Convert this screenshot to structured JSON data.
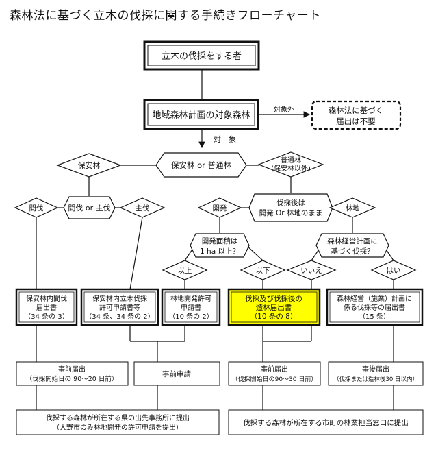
{
  "title": "森林法に基づく立木の伐採に関する手続きフローチャート",
  "nodes": {
    "start": "立木の伐採をする者",
    "forest_plan": "地域森林計画の対象森林",
    "exempt": [
      "森林法に基づく",
      "届出は不要"
    ],
    "forest_type": "保安林 or 普通林",
    "hoanrin": "保安林",
    "futsurin": [
      "普通林",
      "(保安林以外)"
    ],
    "cut_type": "間伐 or 主伐",
    "kanbatsu": "間伐",
    "shubatsu": "主伐",
    "after_cut": [
      "伐採後は",
      "開発 Or 林地のまま"
    ],
    "kaihatsu": "開発",
    "rinchi": "林地",
    "area_q": [
      "開発面積は",
      "1 ha 以上？"
    ],
    "ijou": "以上",
    "ika": "以下",
    "plan_q": [
      "森林経営計画に",
      "基づく伐採？"
    ],
    "iie": "いいえ",
    "hai": "はい",
    "doc1": [
      "保安林内間伐",
      "届出書",
      "（34 条の 3）"
    ],
    "doc2": [
      "保安林内立木伐採",
      "許可申請書等",
      "（34 条、34 条の 2）"
    ],
    "doc3": [
      "林地開発許可",
      "申請書",
      "（10 条の 2）"
    ],
    "doc4": [
      "伐採及び伐採後の",
      "造林届出書",
      "（10 条の 8）"
    ],
    "doc5": [
      "森林経営（施業）計画に",
      "係る伐採等の届出書",
      "（15 条）"
    ],
    "t1": [
      "事前届出",
      "（伐採開始日の 90～20 日前）"
    ],
    "t2": "事前申請",
    "t3": [
      "事前届出",
      "（伐採開始日の90～30 日前）"
    ],
    "t4": [
      "事後届出",
      "（伐採または造林後30 日以内）"
    ],
    "submit1": [
      "伐採する森林が所在する県の出先事務所に提出",
      "（大野市のみ林地開発の許可申請を提出）"
    ],
    "submit2": "伐採する森林が所在する市町の林業担当窓口に提出"
  },
  "edge_labels": {
    "outside": "対象外",
    "target": "対　象"
  },
  "colors": {
    "highlight": "#ffff00",
    "line": "#111111"
  }
}
